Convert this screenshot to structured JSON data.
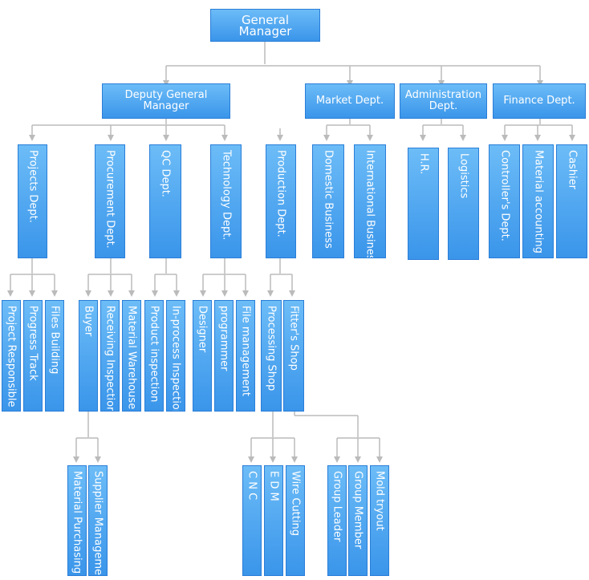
{
  "general_manager": "General Manager",
  "level1": {
    "deputy_general_manager": "Deputy General Manager",
    "market_dept": "Market Dept.",
    "administration_dept": "Administration Dept.",
    "finance_dept": "Finance Dept."
  },
  "level2": {
    "projects_dept": "Projects Dept.",
    "procurement_dept": "Procurement Dept.",
    "qc_dept": "QC Dept.",
    "technology_dept": "Technology Dept.",
    "production_dept": "Production Dept.",
    "domestic_business": "Domestic Business",
    "international_business": "International Business",
    "hr": "H.R.",
    "logistics": "Logistics",
    "controllers_dept": "Controller's Dept.",
    "material_accounting": "Material accounting",
    "cashier": "Cashier"
  },
  "level3": {
    "project_responsible": "Project Responsible",
    "progress_track": "Progress Track",
    "files_building": "Files Building",
    "buyer": "Buyer",
    "receiving_inspection": "Receiving Inspection",
    "material_warehouse": "Material Warehouse",
    "product_inspection": "Product inspection",
    "in_process_inspection": "In-process Inspection",
    "designer": "Designer",
    "programmer": "programmer",
    "file_management": "File management",
    "processing_shop": "Processing Shop",
    "fitters_shop": "Fitter's Shop"
  },
  "level4": {
    "material_purchasing": "Material Purchasing",
    "supplier_management": "Supplier Management",
    "cnc": "C N C",
    "edm": "E D M",
    "wire_cutting": "Wire Cutting",
    "group_leader": "Group Leader",
    "group_member": "Group Member",
    "mold_tryout": "Mold tryout"
  },
  "colors": {
    "box_top": "#6cbcf7",
    "box_bottom": "#3a95ea",
    "box_border": "#2a7ed8",
    "connector": "#bbbbbb",
    "text": "#ffffff"
  }
}
